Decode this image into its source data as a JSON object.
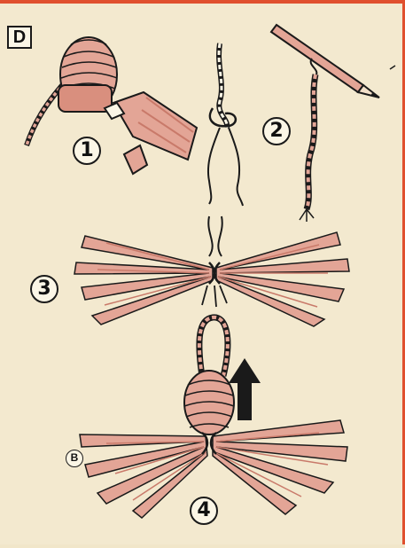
{
  "panel": {
    "letter": "D"
  },
  "steps": [
    {
      "number": "1"
    },
    {
      "number": "2"
    },
    {
      "number": "3"
    },
    {
      "number": "4"
    }
  ],
  "labels": {
    "b": "B"
  },
  "colors": {
    "fiber": "#e3a596",
    "fiber_dark": "#c97a6a",
    "ink": "#1a1a1a",
    "border": "#e0502e",
    "paper": "#f3e9cf"
  }
}
